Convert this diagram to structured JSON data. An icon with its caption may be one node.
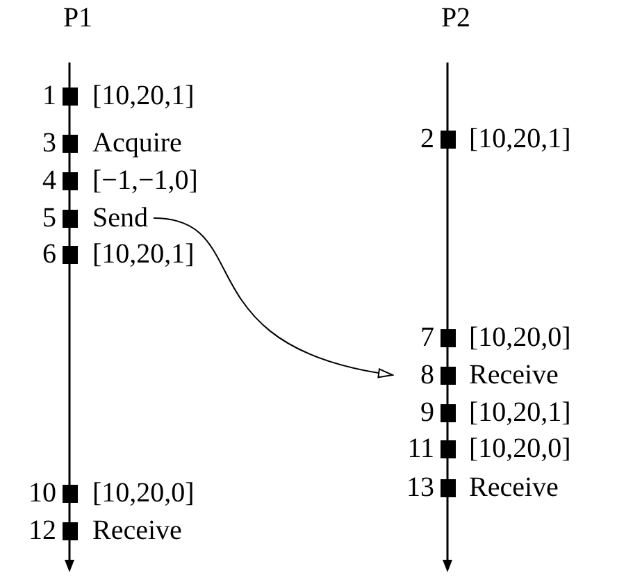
{
  "diagram": {
    "nodes": [
      {
        "text": [
          "[10,20,1]"
        ],
        "beside": [
          "1"
        ]
      },
      {
        "text": [
          "Acquire"
        ],
        "beside": [
          "3"
        ]
      },
      {
        "text": [
          "[−1,−1,0]"
        ],
        "beside": [
          "4"
        ]
      },
      {
        "text": [
          "Send"
        ],
        "beside": [
          "5"
        ]
      },
      {
        "text": [
          "[10,20,1]"
        ],
        "beside": [
          "6"
        ]
      },
      {
        "text": [
          "[10,20,0]"
        ],
        "beside": [
          "10"
        ]
      },
      {
        "text": [
          "Receive"
        ],
        "beside": [
          "12"
        ]
      },
      {
        "text": [
          "[10,20,1]"
        ],
        "beside": [
          "2"
        ]
      },
      {
        "text": [
          "[10,20,0]"
        ],
        "beside": [
          "7"
        ]
      },
      {
        "text": [
          "Receive"
        ],
        "beside": [
          "8"
        ]
      },
      {
        "text": [
          "[10,20,1]"
        ],
        "beside": [
          "9"
        ]
      },
      {
        "text": [
          "[10,20,0]"
        ],
        "beside": [
          "11"
        ]
      },
      {
        "text": [
          "Receive"
        ],
        "beside": [
          "13"
        ]
      }
    ],
    "edges": [
      {
        "from": 3,
        "to": 9,
        "arrow": "to"
      }
    ],
    "labels": [
      "P1",
      "P2"
    ]
  }
}
